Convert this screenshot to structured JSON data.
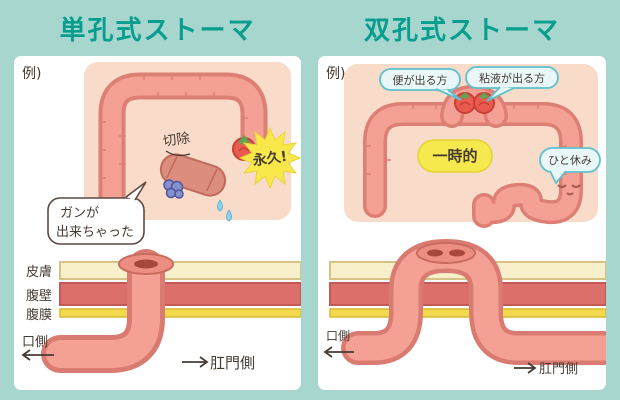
{
  "page": {
    "bg": "#a7d6cf",
    "accent": "#089e8d"
  },
  "left": {
    "title": "単孔式ストーマ",
    "example": "例)",
    "excision": "切除",
    "permanent": "永久!",
    "bubble_line1": "ガンが",
    "bubble_line2": "出来ちゃった",
    "layer_skin": "皮膚",
    "layer_wall": "腹壁",
    "layer_membrane": "腹膜",
    "oral_side": "口側",
    "anal_side": "肛門側"
  },
  "right": {
    "title": "双孔式ストーマ",
    "example": "例)",
    "stool_bubble": "便が出る方",
    "mucus_bubble": "粘液が出る方",
    "temporary": "一時的",
    "rest_bubble": "ひと休み",
    "oral_side": "口側",
    "anal_side": "肛門側"
  },
  "colors": {
    "colon_fill": "#f5a094",
    "colon_outline": "#dd7f74",
    "skin_layer": "#f8efcb",
    "wall_layer": "#dc6f6b",
    "membrane_layer": "#f2d94e",
    "burst_yellow": "#f8e84a",
    "bubble_cyan": "#e9f7f9",
    "tumor_blue": "#8590cc"
  }
}
